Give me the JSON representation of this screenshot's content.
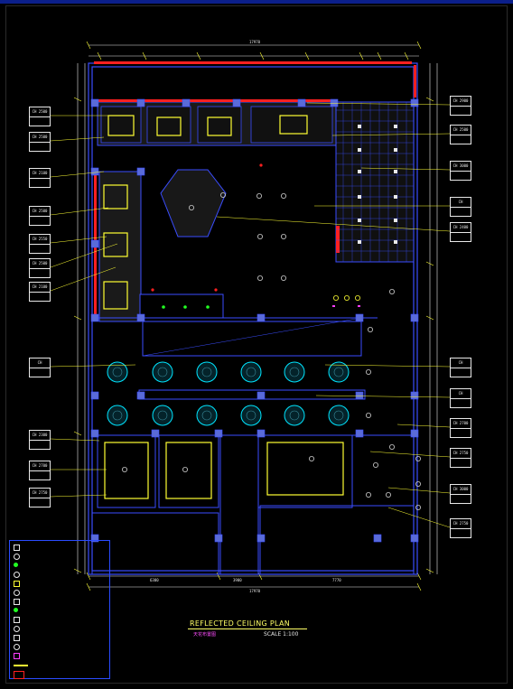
{
  "drawing": {
    "title": "REFLECTED CEILING PLAN",
    "subtitle": "天花布置图",
    "scale": "SCALE 1:100",
    "overall_width": "17970",
    "bottom_segments": [
      "6300",
      "3900",
      "7770"
    ]
  },
  "tags": [
    {
      "code": "CH",
      "height": "2500",
      "note": "",
      "side": "left"
    },
    {
      "code": "CH",
      "height": "2500",
      "note": "",
      "side": "left"
    },
    {
      "code": "CH",
      "height": "2100",
      "note": "",
      "side": "left"
    },
    {
      "code": "CH",
      "height": "2500",
      "note": "",
      "side": "left"
    },
    {
      "code": "CH",
      "height": "2550",
      "note": "",
      "side": "left"
    },
    {
      "code": "CH",
      "height": "2500",
      "note": "",
      "side": "left"
    },
    {
      "code": "CH",
      "height": "2100",
      "note": "",
      "side": "left"
    },
    {
      "code": "CH",
      "height": "",
      "note": "",
      "side": "left"
    },
    {
      "code": "CH",
      "height": "2300",
      "note": "",
      "side": "left"
    },
    {
      "code": "CH",
      "height": "2700",
      "note": "",
      "side": "left"
    },
    {
      "code": "CH",
      "height": "2750",
      "note": "",
      "side": "left"
    },
    {
      "code": "CH",
      "height": "2900",
      "note": "",
      "side": "right"
    },
    {
      "code": "CH",
      "height": "2500",
      "note": "",
      "side": "right"
    },
    {
      "code": "CH",
      "height": "3000",
      "note": "",
      "side": "right"
    },
    {
      "code": "CH",
      "height": "",
      "note": "",
      "side": "right"
    },
    {
      "code": "CH",
      "height": "2400",
      "note": "",
      "side": "right"
    },
    {
      "code": "CH",
      "height": "",
      "note": "",
      "side": "right"
    },
    {
      "code": "CH",
      "height": "",
      "note": "",
      "side": "right"
    },
    {
      "code": "CH",
      "height": "2700",
      "note": "",
      "side": "right"
    },
    {
      "code": "CH",
      "height": "2750",
      "note": "",
      "side": "right"
    },
    {
      "code": "CH",
      "height": "3000",
      "note": "",
      "side": "right"
    },
    {
      "code": "CH",
      "height": "2750",
      "note": "",
      "side": "right"
    }
  ],
  "legend": {
    "items": [
      {
        "symbol": "grid-lamp-icon",
        "label": ""
      },
      {
        "symbol": "recessed-lamp-icon",
        "label": ""
      },
      {
        "symbol": "downlight-icon",
        "label": ""
      },
      {
        "symbol": "spotlight-icon",
        "label": ""
      },
      {
        "symbol": "strip-light-icon",
        "label": ""
      },
      {
        "symbol": "exhaust-fan-icon",
        "label": ""
      },
      {
        "symbol": "smoke-detector-icon",
        "label": ""
      },
      {
        "symbol": "green-dot-icon",
        "label": ""
      },
      {
        "symbol": "air-outlet-icon",
        "label": ""
      },
      {
        "symbol": "ceiling-fan-icon",
        "label": ""
      },
      {
        "symbol": "wall-lamp-icon",
        "label": ""
      },
      {
        "symbol": "emergency-light-icon",
        "label": ""
      },
      {
        "symbol": "sprinkler-icon",
        "label": ""
      },
      {
        "symbol": "line-light-icon",
        "label": ""
      },
      {
        "symbol": "camera-icon",
        "label": ""
      }
    ]
  },
  "colors": {
    "wall": "#3a4dff",
    "red_wall": "#ff2020",
    "lamp": "#ffff33",
    "green": "#22ff22",
    "cyan": "#00e5ff",
    "dim": "#e8e8e8"
  }
}
